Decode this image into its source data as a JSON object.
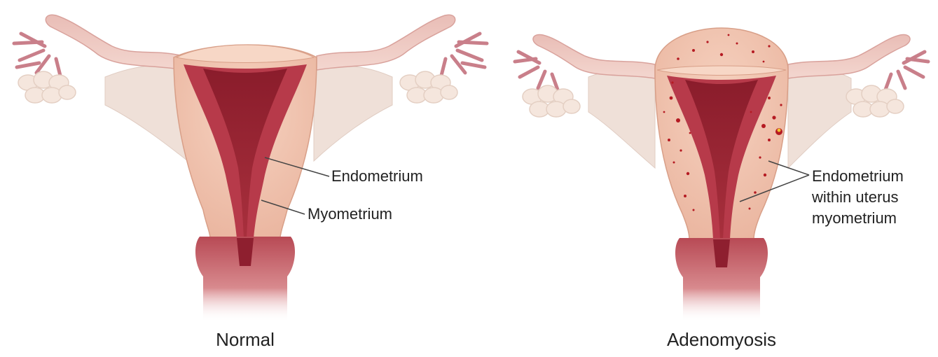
{
  "panels": [
    {
      "caption": "Normal",
      "labels": {
        "endometrium": "Endometrium",
        "myometrium": "Myometrium"
      }
    },
    {
      "caption": "Adenomyosis",
      "labels": {
        "lesion_line1": "Endometrium",
        "lesion_line2": "within uterus",
        "lesion_line3": "myometrium"
      }
    }
  ],
  "colors": {
    "myometrium": "#f2c5b0",
    "endometrium": "#a5283a",
    "cavity": "#8e1f2f",
    "tube": "#e7b7b2",
    "ovary": "#f3e0d6",
    "ligament": "#eddcd3",
    "lesion": "#b51a22",
    "label_line": "#444444"
  }
}
